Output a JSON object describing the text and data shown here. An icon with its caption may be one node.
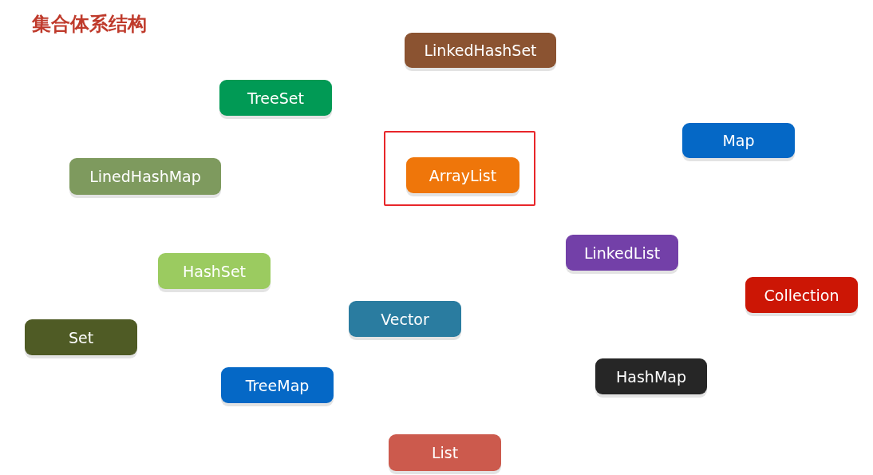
{
  "diagram": {
    "title": "集合体系结构",
    "nodes": [
      {
        "text": [
          "LinkedHashSet"
        ]
      },
      {
        "text": [
          "TreeSet"
        ]
      },
      {
        "text": [
          "Map"
        ]
      },
      {
        "text": [],
        "shape": "box"
      },
      {
        "text": [
          "ArrayList"
        ],
        "in": 3
      },
      {
        "text": [
          "LinedHashMap"
        ]
      },
      {
        "text": [
          "LinkedList"
        ]
      },
      {
        "text": [
          "HashSet"
        ]
      },
      {
        "text": [
          "Collection"
        ]
      },
      {
        "text": [
          "Vector"
        ]
      },
      {
        "text": [
          "Set"
        ]
      },
      {
        "text": [
          "HashMap"
        ]
      },
      {
        "text": [
          "TreeMap"
        ]
      },
      {
        "text": [
          "List"
        ]
      }
    ]
  }
}
